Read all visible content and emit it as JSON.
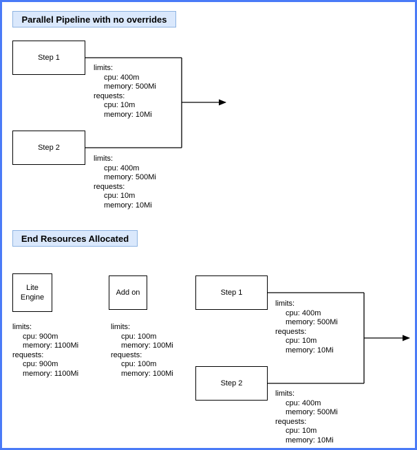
{
  "colors": {
    "page_border": "#4a7af7",
    "title_fill": "#dae8fc",
    "title_border": "#8db3e2",
    "node_fill": "#ffffff",
    "node_border": "#000000",
    "connector": "#000000"
  },
  "top": {
    "title": "Parallel Pipeline with no overrides",
    "step1_label": "Step 1",
    "step2_label": "Step 2",
    "step1_resources": [
      "limits:",
      "cpu: 400m",
      "memory: 500Mi",
      "requests:",
      "cpu: 10m",
      "memory: 10Mi"
    ],
    "step2_resources": [
      "limits:",
      "cpu: 400m",
      "memory: 500Mi",
      "requests:",
      "cpu: 10m",
      "memory: 10Mi"
    ]
  },
  "bottom": {
    "title": "End Resources Allocated",
    "lite_engine_label": "Lite Engine",
    "addon_label": "Add on",
    "step1_label": "Step 1",
    "step2_label": "Step 2",
    "lite_engine_resources": [
      "limits:",
      "cpu: 900m",
      "memory: 1100Mi",
      "requests:",
      "cpu: 900m",
      "memory: 1100Mi"
    ],
    "addon_resources": [
      "limits:",
      "cpu: 100m",
      "memory: 100Mi",
      "requests:",
      "cpu: 100m",
      "memory: 100Mi"
    ],
    "step1_resources": [
      "limits:",
      "cpu: 400m",
      "memory: 500Mi",
      "requests:",
      "cpu: 10m",
      "memory: 10Mi"
    ],
    "step2_resources": [
      "limits:",
      "cpu: 400m",
      "memory: 500Mi",
      "requests:",
      "cpu: 10m",
      "memory: 10Mi"
    ]
  }
}
